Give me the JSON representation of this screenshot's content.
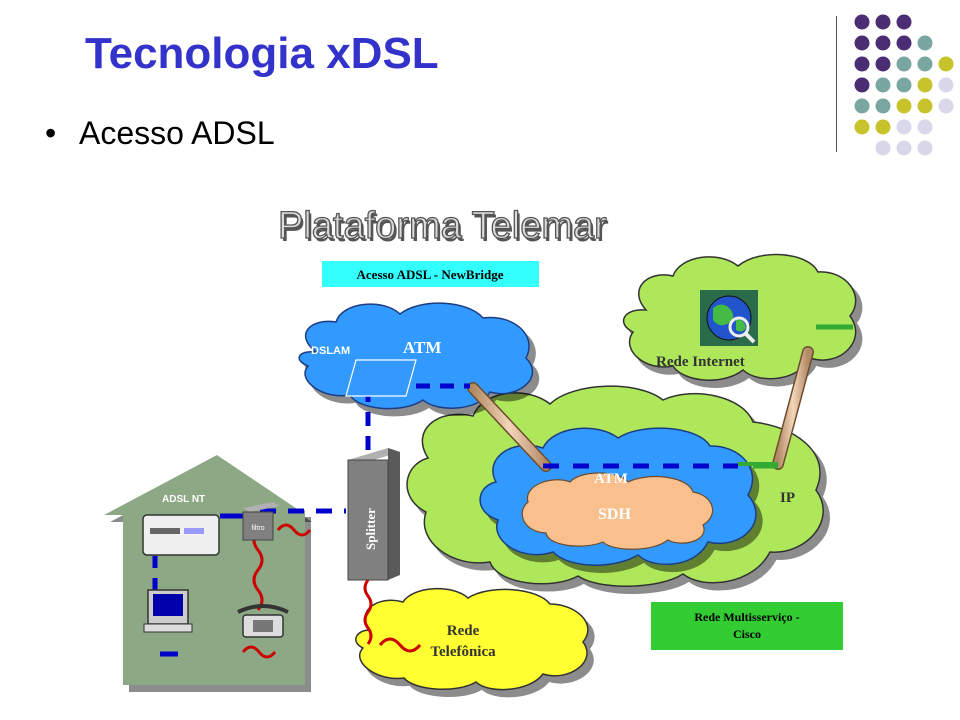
{
  "slide": {
    "title": "Tecnologia xDSL",
    "bullet": "Acesso ADSL"
  },
  "decoration": {
    "dot_colors": {
      "purple": "#4b2d73",
      "teal": "#7aa6a2",
      "olive": "#c7c32c",
      "lavender": "#d8d8ea"
    },
    "dot_grid": [
      [
        "purple",
        "purple",
        "purple",
        null,
        null
      ],
      [
        "purple",
        "purple",
        "purple",
        "teal",
        null
      ],
      [
        "purple",
        "purple",
        "teal",
        "teal",
        "olive"
      ],
      [
        "purple",
        "teal",
        "teal",
        "olive",
        "lavender"
      ],
      [
        "teal",
        "teal",
        "olive",
        "olive",
        "lavender"
      ],
      [
        "olive",
        "olive",
        "lavender",
        "lavender",
        null
      ],
      [
        null,
        "lavender",
        "lavender",
        "lavender",
        null
      ]
    ]
  },
  "diagram": {
    "title": "Plataforma Telemar",
    "access_label": "Acesso ADSL - NewBridge",
    "dslam_label": "DSLAM",
    "atm_top_label": "ATM",
    "internet_label": "Rede Internet",
    "atm_core_label": "ATM",
    "sdh_label": "SDH",
    "ip_label": "IP",
    "splitter_label": "Splitter",
    "adsl_nt_label": "ADSL NT",
    "filter_label": "filtro",
    "phone_net_line1": "Rede",
    "phone_net_line2": "Telefônica",
    "multiservice_line1": "Rede Multisserviço -",
    "multiservice_line2": "Cisco",
    "colors": {
      "green_cloud": "#aee85a",
      "blue_cloud": "#3399ff",
      "sdh_cloud": "#f9c08e",
      "yellow_cloud": "#ffff33",
      "house": "#8ca884",
      "splitter": "#808080",
      "access_box": "#33ffff",
      "multiservice_box": "#33cc33",
      "data_line": "#0000cc",
      "voice_line": "#cc0000",
      "ip_line": "#33aa33",
      "fiber": "#e8bf97"
    }
  }
}
